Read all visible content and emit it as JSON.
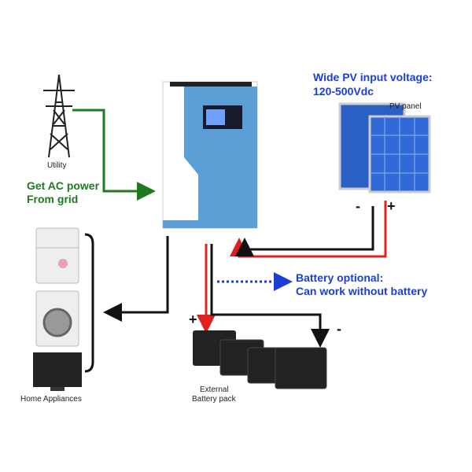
{
  "utility": {
    "label": "Utility",
    "caption_line1": "Get AC power",
    "caption_line2": "From grid"
  },
  "pv": {
    "title_line1": "Wide PV input voltage:",
    "title_line2": "120-500Vdc",
    "panel_label": "PV panel",
    "minus": "-",
    "plus": "+"
  },
  "battery": {
    "note_line1": "Battery optional:",
    "note_line2": "Can work without battery",
    "label_line1": "External",
    "label_line2": "Battery pack",
    "plus": "+",
    "minus": "-"
  },
  "appliances": {
    "label": "Home Appliances"
  },
  "colors": {
    "green": "#1f7a1f",
    "blue": "#1a3fd6",
    "red": "#e02020",
    "inverter": "#5b9fd6"
  }
}
